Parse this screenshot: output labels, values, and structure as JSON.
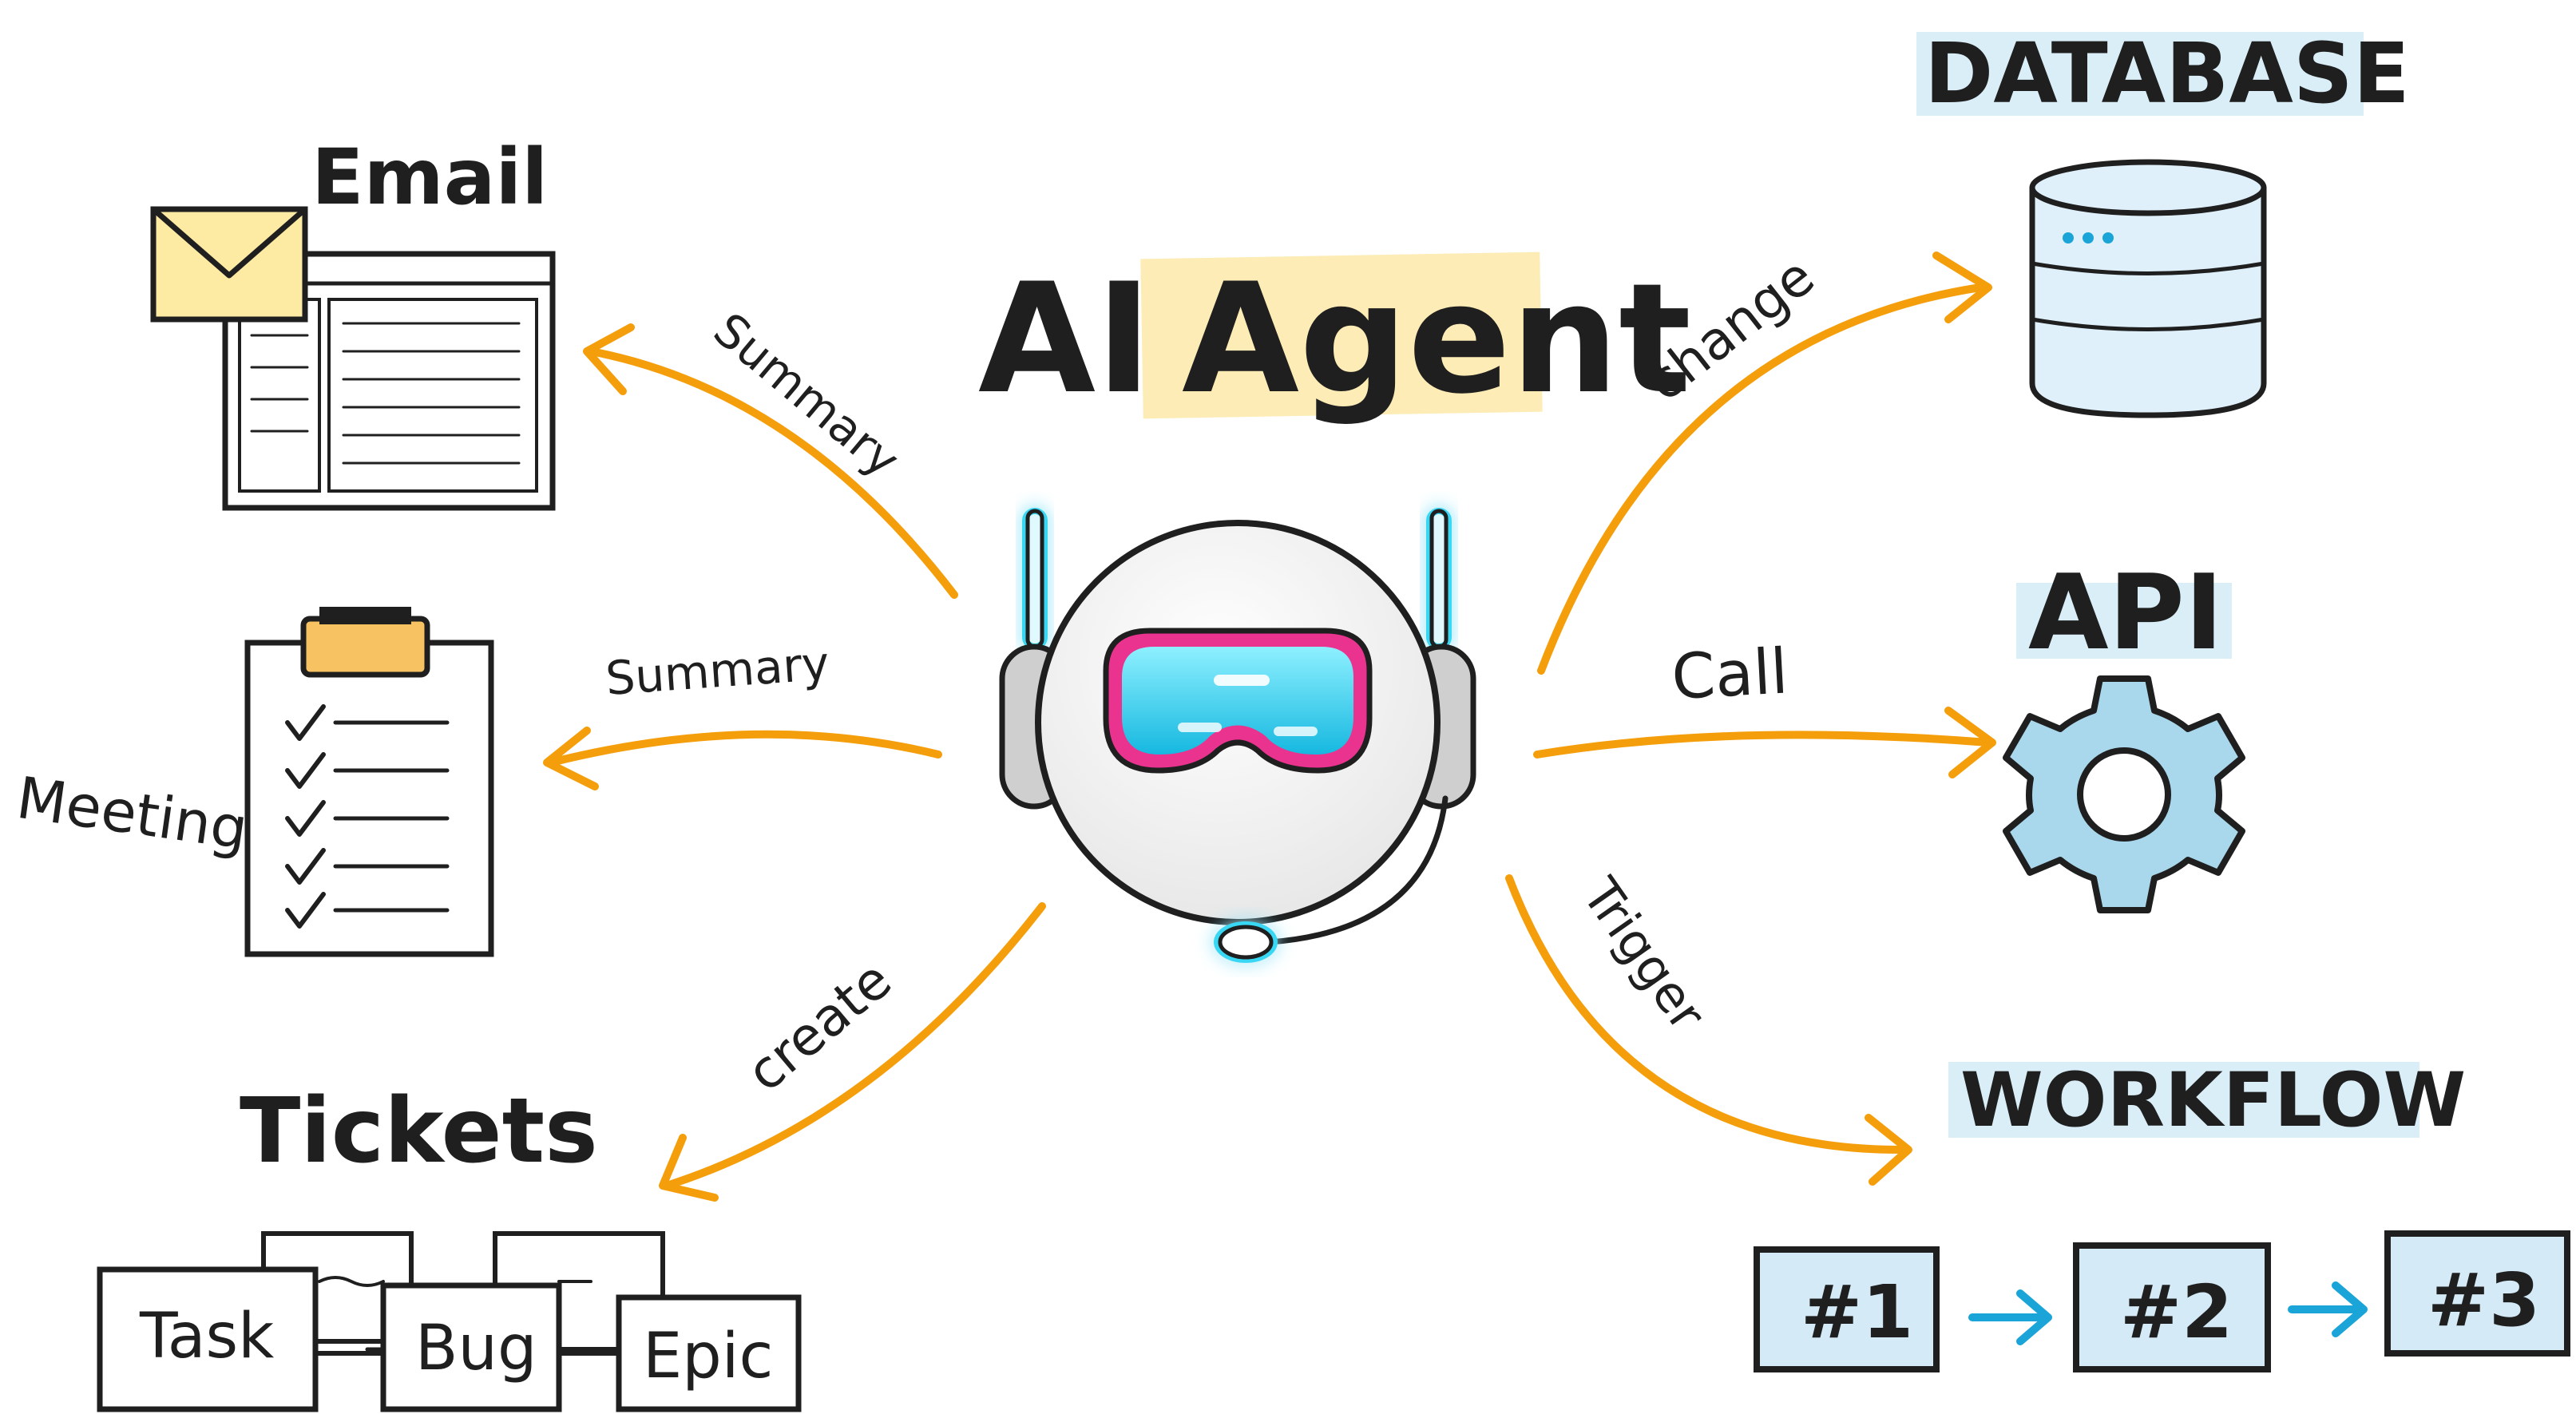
{
  "title": {
    "part1": "AI",
    "part2": "Agent"
  },
  "colors": {
    "arrow": "#f59e0b",
    "highlight_yellow": "#fde9a8",
    "highlight_blue": "#d4ebf7",
    "visor": "#39d7f4",
    "visor_frame": "#e9338f",
    "database": "#dff0fb",
    "gear": "#a9d7ec",
    "workflow_arrow": "#1aa4d8"
  },
  "nodes": {
    "email": {
      "label": "Email",
      "icon": "email-window-icon"
    },
    "meeting": {
      "label": "Meeting",
      "icon": "clipboard-checklist-icon"
    },
    "tickets": {
      "label": "Tickets",
      "cards": [
        "Task",
        "Bug",
        "Epic"
      ]
    },
    "database": {
      "label": "DATABASE",
      "icon": "database-cylinder-icon"
    },
    "api": {
      "label": "API",
      "icon": "gear-icon"
    },
    "workflow": {
      "label": "WORKFLOW",
      "steps": [
        "#1",
        "#2",
        "#3"
      ]
    }
  },
  "edges": {
    "email": "Summary",
    "meeting": "Summary",
    "tickets": "create",
    "database": "change",
    "api": "Call",
    "workflow": "Trigger"
  },
  "center_icon": "robot-headset-icon"
}
